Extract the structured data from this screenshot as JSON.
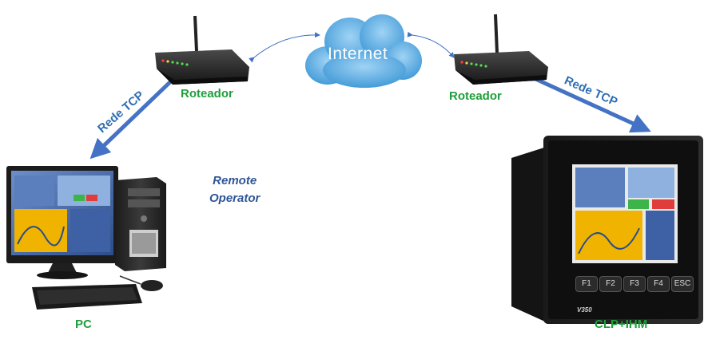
{
  "cloud": {
    "label": "Internet"
  },
  "routers": {
    "left_label": "Roteador",
    "right_label": "Roteador"
  },
  "links": {
    "left_label": "Rede TCP",
    "right_label": "Rede TCP"
  },
  "remote": {
    "line1": "Remote",
    "line2": "Operator"
  },
  "pc": {
    "label": "PC"
  },
  "plc": {
    "label": "CLP+IHM",
    "function_keys": [
      "F1",
      "F2",
      "F3",
      "F4",
      "ESC"
    ],
    "model": "V350"
  },
  "colors": {
    "arrow": "#4472c4",
    "label_green": "#1f9e3a",
    "label_blue": "#2f6eb3",
    "cloud": "#5aaee0",
    "router_body": "#2a2a2a"
  },
  "icons": [
    "router-icon",
    "cloud-icon",
    "desktop-pc-icon",
    "plc-hmi-icon",
    "keyboard-icon",
    "mouse-icon"
  ]
}
